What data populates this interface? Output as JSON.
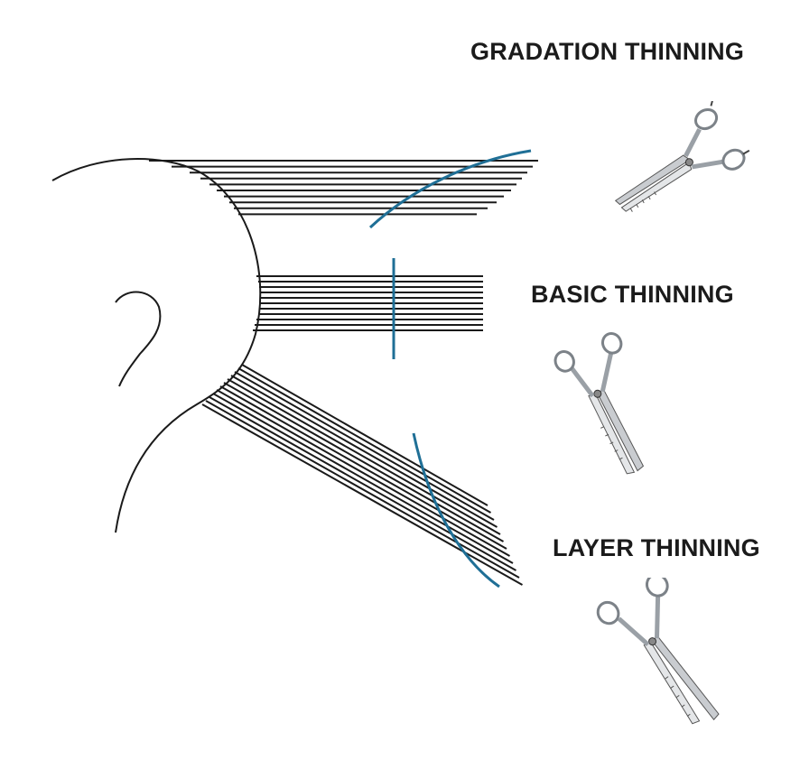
{
  "labels": {
    "gradation": "GRADATION THINNING",
    "basic": "BASIC THINNING",
    "layer": "LAYER THINNING"
  },
  "icons": {
    "scissors": "thinning-scissors-icon",
    "ear": "ear-icon",
    "head": "head-profile-outline"
  },
  "colors": {
    "hair_lines": "#1a1a1a",
    "guide_lines": "#1f6f96",
    "text": "#1b1b1b",
    "steel": "#9aa0a6"
  }
}
